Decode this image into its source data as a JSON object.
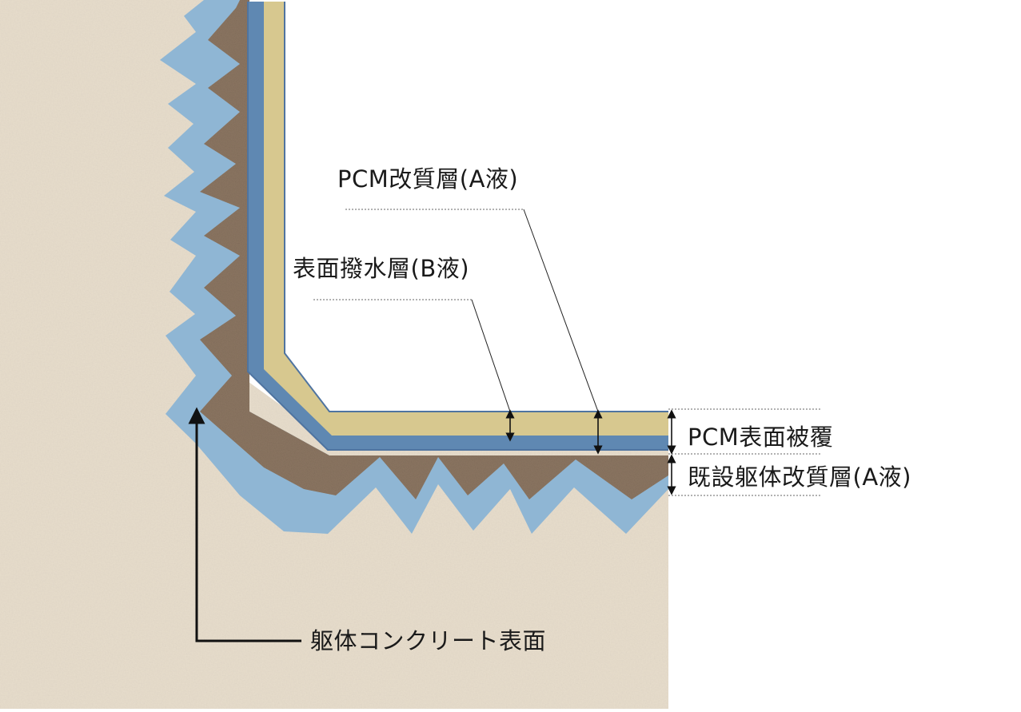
{
  "diagram": {
    "labels": {
      "pcm_modified_layer": "PCM改質層(A液)",
      "surface_repellent_layer": "表面撥水層(B液)",
      "pcm_surface_coating": "PCM表面被覆",
      "existing_body_modified_layer": "既設躯体改質層(A液)",
      "body_concrete_surface": "躯体コンクリート表面"
    },
    "colors": {
      "concrete": "#e6dccb",
      "modified_layer": "#8fb6d4",
      "aggregate": "#8c7662",
      "repellent_layer": "#5f88b2",
      "pcm_layer": "#d7c88f",
      "leader_line": "#222222",
      "dotted_line": "#666666"
    }
  }
}
